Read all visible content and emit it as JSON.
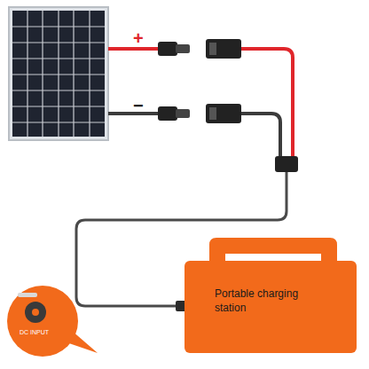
{
  "diagram": {
    "nodes": [
      {
        "text": [
          "Portable charging station"
        ]
      }
    ],
    "labels": [
      "+",
      "−",
      "DC INPUT"
    ]
  }
}
